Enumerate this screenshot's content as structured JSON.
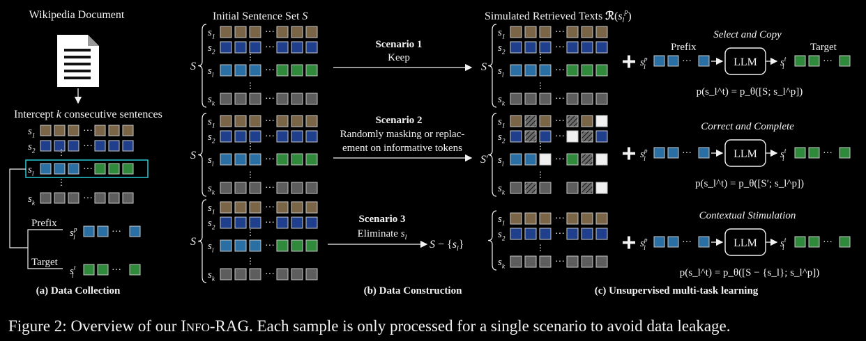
{
  "colors": {
    "background": "#000000",
    "brown": "#7a6546",
    "blue": "#1f3f8c",
    "teal": "#2a6fa3",
    "green": "#2f8a3c",
    "gray": "#5d5d5d",
    "white_token": "#f0f0f0",
    "highlight": "#28c9d4"
  },
  "panel_a": {
    "doc_title": "Wikipedia Document",
    "intercept_label": "Intercept k consecutive sentences",
    "sentences": [
      "s1",
      "s2",
      "sl",
      "sk"
    ],
    "prefix_label": "Prefix",
    "target_label": "Target",
    "prefix_symbol": "s_l^p",
    "target_symbol": "s_l^t",
    "caption": "(a) Data Collection",
    "doc_icon": "document-icon"
  },
  "panel_b": {
    "initial_set_label": "Initial Sentence Set S",
    "set_symbol": "S",
    "caption": "(b) Data Construction",
    "scenarios": [
      {
        "title": "Scenario 1",
        "desc": [
          "Keep"
        ],
        "result": "S"
      },
      {
        "title": "Scenario 2",
        "desc": [
          "Randomly masking or replac-",
          "ement  on informative tokens"
        ],
        "result": "S'"
      },
      {
        "title": "Scenario 3",
        "desc": [
          "Eliminate s_l"
        ],
        "result": "S − {s_l}"
      }
    ]
  },
  "panel_c": {
    "retrieved_label": "Simulated Retrieved Texts R(s_l^p)",
    "prefix_label": "Prefix",
    "target_label": "Target",
    "llm_label": "LLM",
    "caption": "(c) Unsupervised multi-task learning",
    "tasks": [
      {
        "name": "Select and Copy",
        "formula": "p(s_l^t) = p_θ([S; s_l^p])"
      },
      {
        "name": "Correct and Complete",
        "formula": "p(s_l^t) = p_θ([S′; s_l^p])"
      },
      {
        "name": "Contextual Stimulation",
        "formula": "p(s_l^t) = p_θ([S − {s_l}; s_l^p])"
      }
    ]
  },
  "figure_caption": "Figure 2: Overview of our INFO-RAG. Each sample is only processed for a single scenario to avoid data leakage."
}
